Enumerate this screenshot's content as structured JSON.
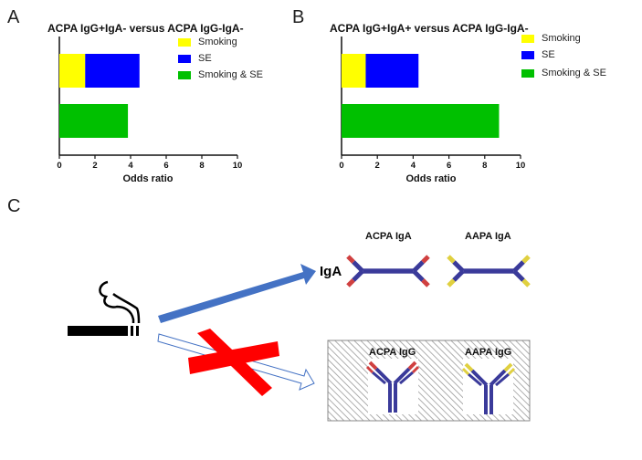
{
  "panels": {
    "a": "A",
    "b": "B",
    "c": "C"
  },
  "colors": {
    "smoking": "#ffff00",
    "se": "#0000ff",
    "both": "#00c000",
    "arrow": "#4472c4",
    "cross": "#ff0000",
    "cdr_acpa": "#d04040",
    "cdr_aapa": "#e0d040",
    "ab": "#3a3a9a"
  },
  "chart_data": [
    {
      "type": "bar",
      "orientation": "horizontal",
      "stacked": true,
      "title": "ACPA IgG+IgA- versus ACPA IgG-IgA-",
      "xlabel": "Odds ratio",
      "xlim": [
        0,
        10
      ],
      "xticks": [
        0,
        2,
        4,
        6,
        8,
        10
      ],
      "legend": [
        "Smoking",
        "SE",
        "Smoking  & SE"
      ],
      "legend_position": "top-right",
      "bars": [
        {
          "segments": [
            {
              "series": "Smoking",
              "from": 0,
              "to": 1.45
            },
            {
              "series": "SE",
              "from": 1.45,
              "to": 4.5
            }
          ]
        },
        {
          "segments": [
            {
              "series": "Smoking  & SE",
              "from": 0,
              "to": 3.85
            }
          ]
        }
      ]
    },
    {
      "type": "bar",
      "orientation": "horizontal",
      "stacked": true,
      "title": "ACPA IgG+IgA+ versus ACPA IgG-IgA-",
      "xlabel": "Odds ratio",
      "xlim": [
        0,
        10
      ],
      "xticks": [
        0,
        2,
        4,
        6,
        8,
        10
      ],
      "legend": [
        "Smoking",
        "SE",
        "Smoking  & SE"
      ],
      "legend_position": "top-right",
      "bars": [
        {
          "segments": [
            {
              "series": "Smoking",
              "from": 0,
              "to": 1.35
            },
            {
              "series": "SE",
              "from": 1.35,
              "to": 4.3
            }
          ]
        },
        {
          "segments": [
            {
              "series": "Smoking  & SE",
              "from": 0,
              "to": 8.8
            }
          ]
        }
      ]
    }
  ],
  "diagram": {
    "iga_label": "IgA",
    "acpa_iga": "ACPA IgA",
    "aapa_iga": "AAPA IgA",
    "acpa_igg": "ACPA IgG",
    "aapa_igg": "AAPA IgG"
  }
}
